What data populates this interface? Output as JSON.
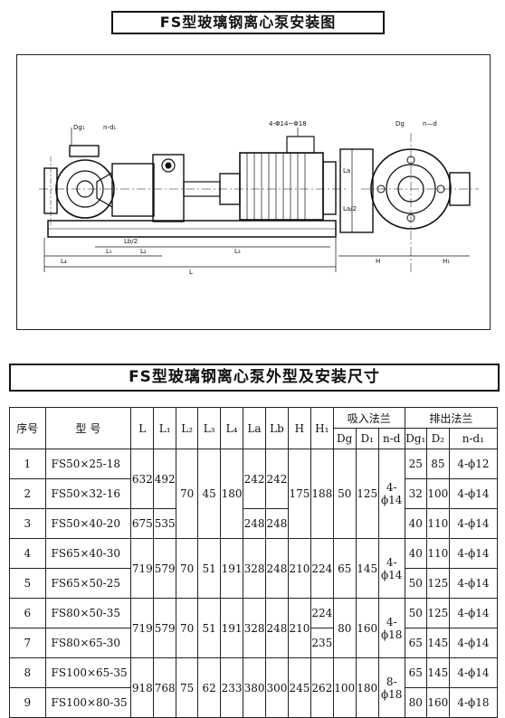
{
  "drawing_title": "FS型玻璃钢离心泵安装图",
  "table_title": "FS型玻璃钢离心泵外型及安装尺寸",
  "drawing_labels": {
    "dg1": "Dg₁",
    "n_d1_left": "n-d₁",
    "bolts": "4-Φ14~Φ18",
    "dg": "Dg",
    "n_d": "n—d",
    "l4": "L₄",
    "l1": "L₁",
    "l2": "L₂",
    "l3": "L₃",
    "l": "L",
    "lb_half": "Lb/2",
    "la_half": "La/2",
    "la": "La",
    "h": "H",
    "h1": "H₁"
  },
  "table": {
    "headers": {
      "no": "序号",
      "model": "型 号",
      "L": "L",
      "L1": "L₁",
      "L2": "L₂",
      "L3": "L₃",
      "L4": "L₄",
      "La": "La",
      "Lb": "Lb",
      "H": "H",
      "H1": "H₁",
      "suction": "吸入法兰",
      "discharge": "排出法兰",
      "dg": "Dg",
      "d1": "D₁",
      "nd": "n-d",
      "dg1": "Dg₁",
      "d2": "D₂",
      "nd1": "n-d₁"
    },
    "rows": [
      {
        "no": "1",
        "model": "FS50×25-18",
        "dg1": "25",
        "d2": "85",
        "nd1": "4-ϕ12"
      },
      {
        "no": "2",
        "model": "FS50×32-16",
        "dg1": "32",
        "d2": "100",
        "nd1": "4-ϕ14"
      },
      {
        "no": "3",
        "model": "FS50×40-20",
        "dg1": "40",
        "d2": "110",
        "nd1": "4-ϕ14"
      },
      {
        "no": "4",
        "model": "FS65×40-30",
        "dg1": "40",
        "d2": "110",
        "nd1": "4-ϕ14"
      },
      {
        "no": "5",
        "model": "FS65×50-25",
        "dg1": "50",
        "d2": "125",
        "nd1": "4-ϕ14"
      },
      {
        "no": "6",
        "model": "FS80×50-35",
        "dg1": "50",
        "d2": "125",
        "nd1": "4-ϕ14"
      },
      {
        "no": "7",
        "model": "FS80×65-30",
        "dg1": "65",
        "d2": "145",
        "nd1": "4-ϕ14"
      },
      {
        "no": "8",
        "model": "FS100×65-35",
        "dg1": "65",
        "d2": "145",
        "nd1": "4-ϕ14"
      },
      {
        "no": "9",
        "model": "FS100×80-35",
        "dg1": "80",
        "d2": "160",
        "nd1": "4-ϕ18"
      }
    ],
    "merged": {
      "L_a": "632",
      "L1_a": "492",
      "L_b": "675",
      "L1_b": "535",
      "L2_g1": "70",
      "L3_g1": "45",
      "L4_g1": "180",
      "La_a": "242",
      "Lb_a": "242",
      "La_b": "248",
      "Lb_b": "248",
      "H_g1": "175",
      "H1_g1": "188",
      "Dg_g1": "50",
      "D1_g1": "125",
      "nd_g1": "4-ϕ14",
      "L_g2": "719",
      "L1_g2": "579",
      "L2_g2": "70",
      "L3_g2": "51",
      "L4_g2": "191",
      "La_g2": "328",
      "Lb_g2": "248",
      "H_g2": "210",
      "H1_g2": "224",
      "Dg_g2": "65",
      "D1_g2": "145",
      "nd_g2": "4-ϕ14",
      "L_g3": "719",
      "L1_g3": "579",
      "L2_g3": "70",
      "L3_g3": "51",
      "L4_g3": "191",
      "La_g3": "328",
      "Lb_g3": "248",
      "H_g3": "210",
      "H1_g3a": "224",
      "H1_g3b": "235",
      "Dg_g3": "80",
      "D1_g3": "160",
      "nd_g3": "4-ϕ18",
      "L_g4": "918",
      "L1_g4": "768",
      "L2_g4": "75",
      "L3_g4": "62",
      "L4_g4": "233",
      "La_g4": "380",
      "Lb_g4": "300",
      "H_g4": "245",
      "H1_g4": "262",
      "Dg_g4": "100",
      "D1_g4": "180",
      "nd_g4": "8-ϕ18"
    }
  }
}
